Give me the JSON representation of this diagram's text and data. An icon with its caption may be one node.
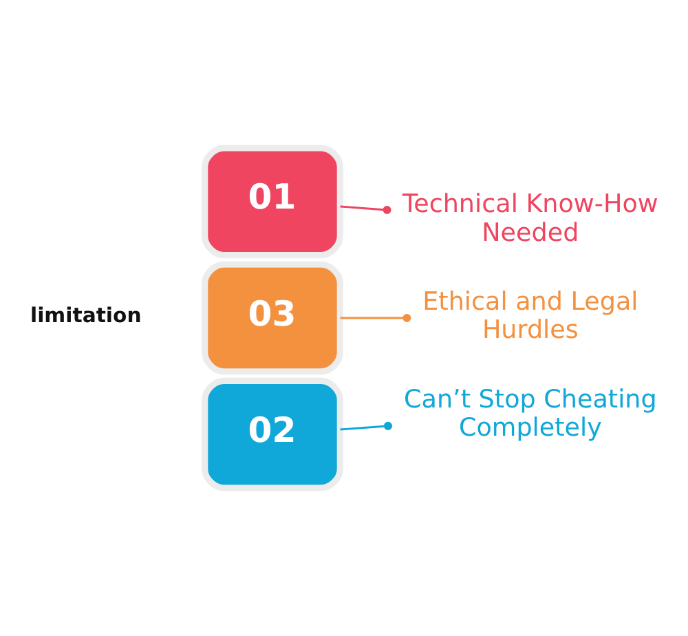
{
  "diagram": {
    "nodes": [
      {
        "text": [
          "Technical Know-How Needed"
        ]
      },
      {
        "text": [
          "01"
        ]
      },
      {
        "text": [
          "03"
        ]
      },
      {
        "text": [
          "Ethical and Legal Hurdles"
        ]
      },
      {
        "text": [
          "02"
        ]
      },
      {
        "text": [
          "Can’t Stop Cheating Completely"
        ]
      }
    ],
    "edges": [
      {
        "from": 1,
        "to": 0,
        "arrow": "other",
        "color": "#ef4560"
      },
      {
        "from": 2,
        "to": 3,
        "arrow": "other",
        "color": "#f3913f"
      },
      {
        "from": 4,
        "to": 5,
        "arrow": "other",
        "color": "#10a8d8"
      }
    ],
    "labels": [
      "limitation"
    ]
  }
}
